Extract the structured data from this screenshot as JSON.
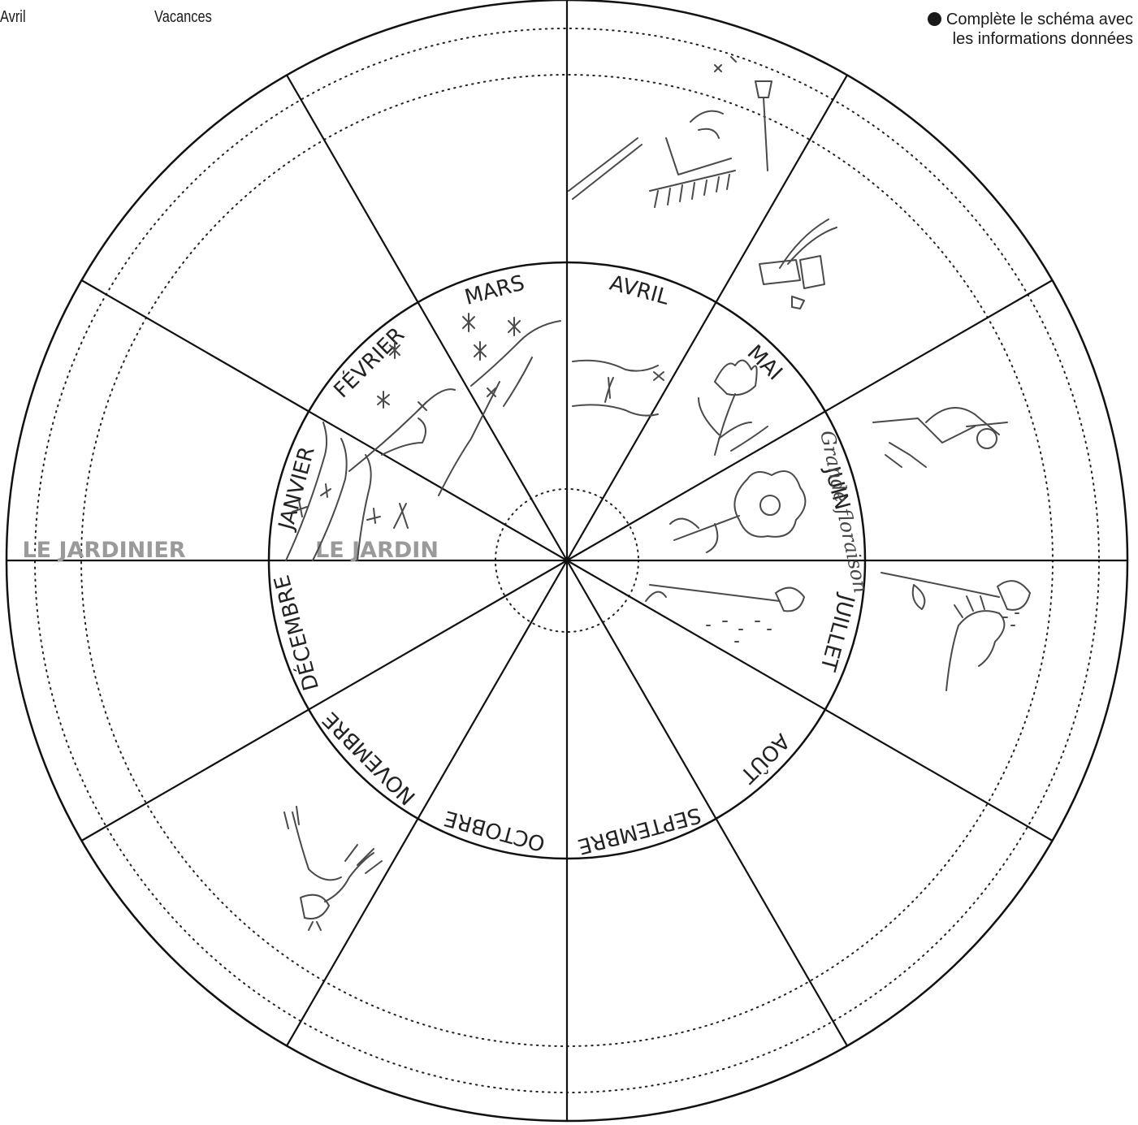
{
  "header": {
    "left_label": "Avril",
    "center_label": "Vacances"
  },
  "instruction": {
    "line1": "Complète le schéma avec",
    "line2": "les informations données"
  },
  "wheel": {
    "outer_zone_label": "LE JARDINIER",
    "inner_zone_label": "LE JARDIN",
    "months": [
      "JANVIER",
      "FÉVRIER",
      "MARS",
      "AVRIL",
      "MAI",
      "JUIN",
      "JUILLET",
      "AOÛT",
      "SEPTEMBRE",
      "OCTOBRE",
      "NOVEMBRE",
      "DÉCEMBRE"
    ],
    "handwritten_note": "Grande floraison",
    "drawings": [
      {
        "month": "JANVIER",
        "icon": "winter-plants-sketch"
      },
      {
        "month": "FÉVRIER",
        "icon": "snow-and-roots-sketch"
      },
      {
        "month": "MARS",
        "icon": "snow-and-sprouts-sketch"
      },
      {
        "month": "AVRIL",
        "icon": "gardening-tools-sketch"
      },
      {
        "month": "AVRIL",
        "icon": "seedling-sketch"
      },
      {
        "month": "MAI",
        "icon": "sowing-seed-packets-sketch"
      },
      {
        "month": "MAI",
        "icon": "tulip-sketch"
      },
      {
        "month": "JUIN",
        "icon": "kneeling-gardener-sketch"
      },
      {
        "month": "JUIN",
        "icon": "big-flower-sketch"
      },
      {
        "month": "JUILLET",
        "icon": "seed-head-sketch"
      },
      {
        "month": "JUILLET",
        "icon": "hand-collecting-seeds-sketch"
      },
      {
        "month": "NOVEMBRE",
        "icon": "hands-planting-bulb-sketch"
      }
    ]
  }
}
